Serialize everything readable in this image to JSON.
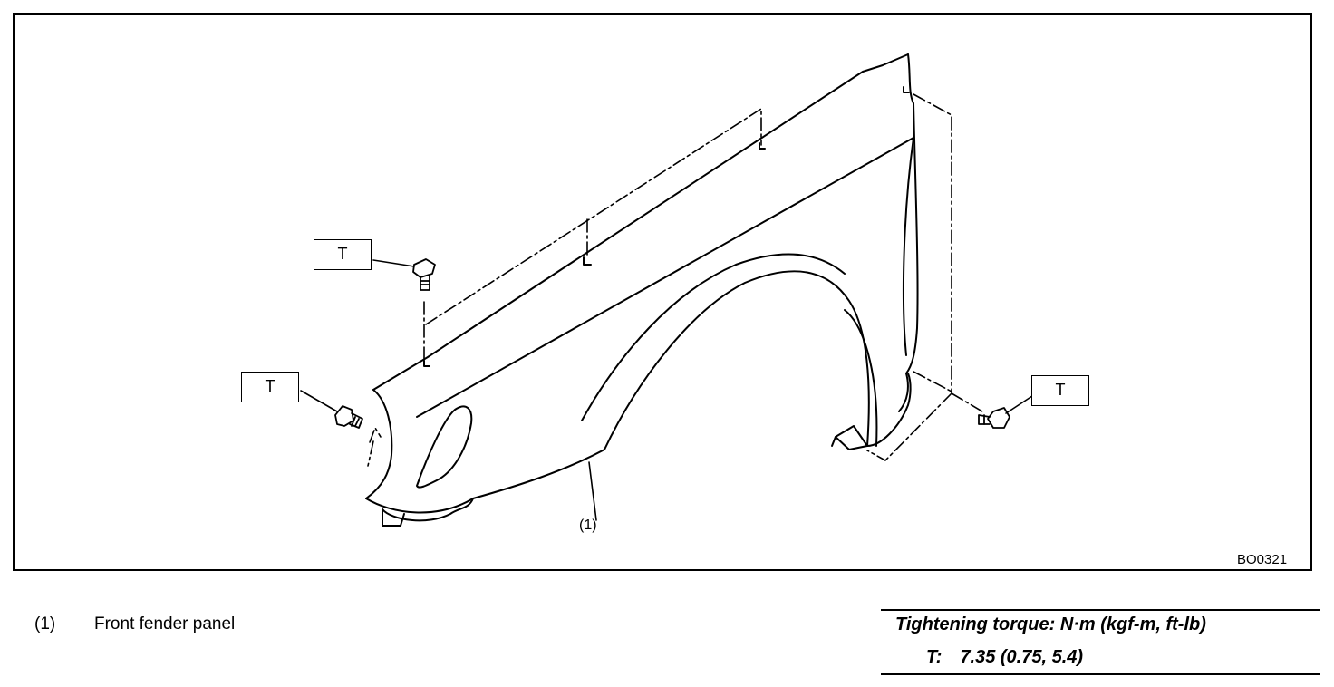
{
  "figure": {
    "callouts": [
      "T",
      "T",
      "T"
    ],
    "part_callout": "(1)",
    "figure_id": "BO0321"
  },
  "legend": [
    {
      "number": "(1)",
      "description": "Front fender panel"
    }
  ],
  "torque_table": {
    "heading": "Tightening torque: N·m (kgf-m, ft-lb)",
    "rows": [
      {
        "symbol": "T:",
        "value": "7.35 (0.75, 5.4)"
      }
    ]
  }
}
